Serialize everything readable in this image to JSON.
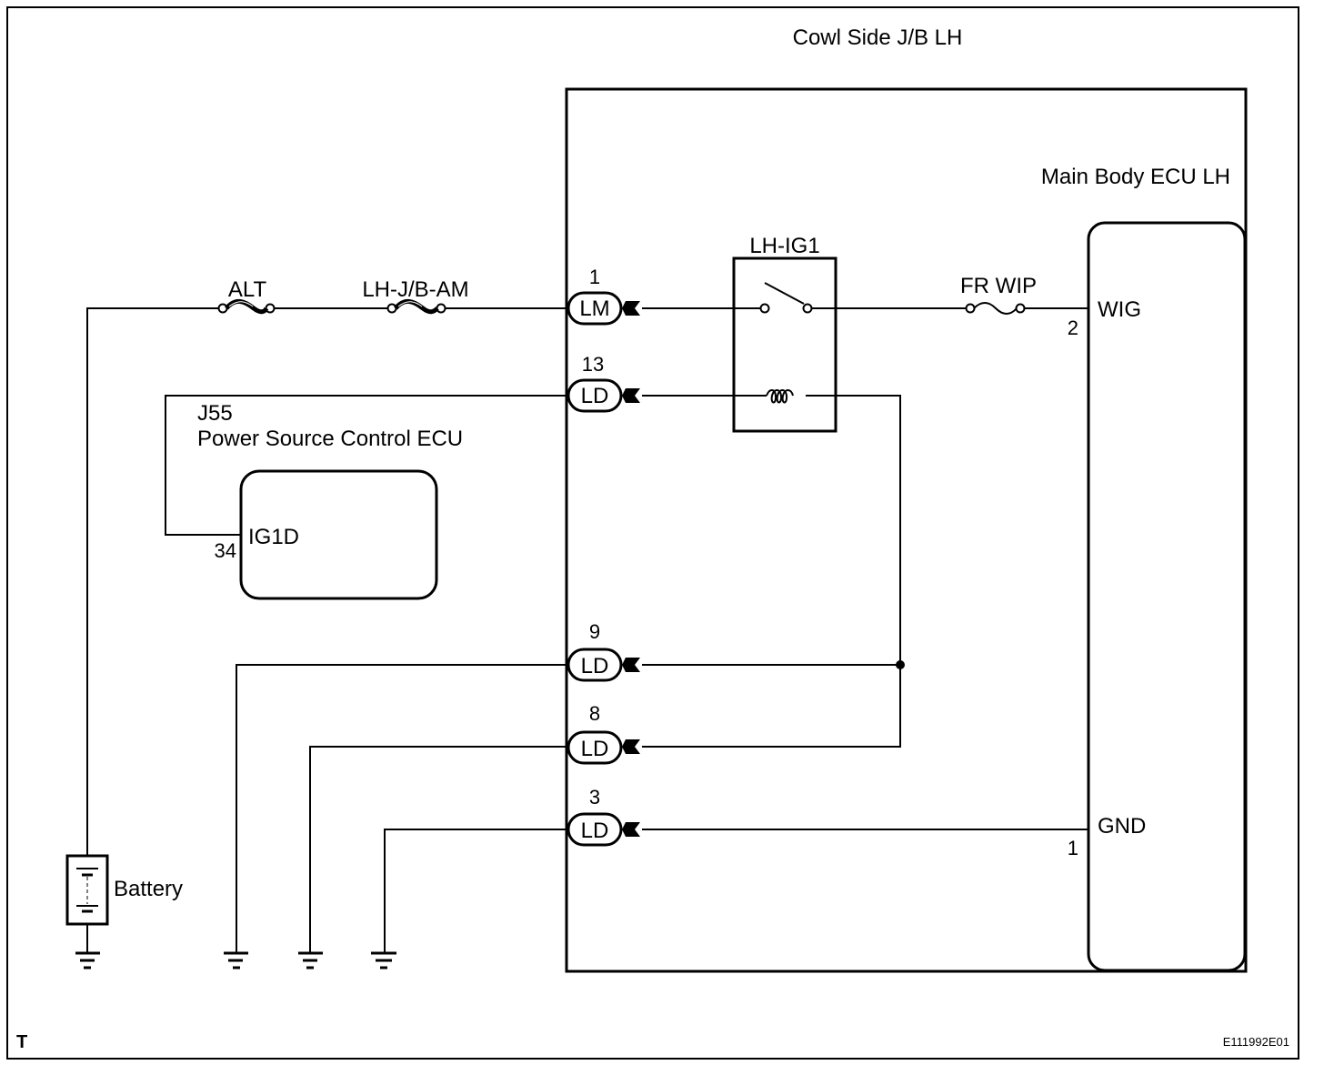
{
  "diagram": {
    "title": "Cowl Side J/B LH",
    "ecu_label": "Main Body ECU LH",
    "relay_label": "LH-IG1",
    "fuses": [
      {
        "name": "ALT"
      },
      {
        "name": "LH-J/B-AM"
      },
      {
        "name": "FR WIP"
      }
    ],
    "connectors": [
      {
        "pin": "1",
        "code": "LM"
      },
      {
        "pin": "13",
        "code": "LD"
      },
      {
        "pin": "9",
        "code": "LD"
      },
      {
        "pin": "8",
        "code": "LD"
      },
      {
        "pin": "3",
        "code": "LD"
      }
    ],
    "main_body_ecu_terminals": [
      {
        "pin": "2",
        "name": "WIG"
      },
      {
        "pin": "1",
        "name": "GND"
      }
    ],
    "power_source_ecu": {
      "connector_id": "J55",
      "name": "Power Source Control ECU",
      "terminal_pin": "34",
      "terminal_name": "IG1D"
    },
    "battery_label": "Battery",
    "corner_mark": "T",
    "figure_code": "E111992E01"
  }
}
